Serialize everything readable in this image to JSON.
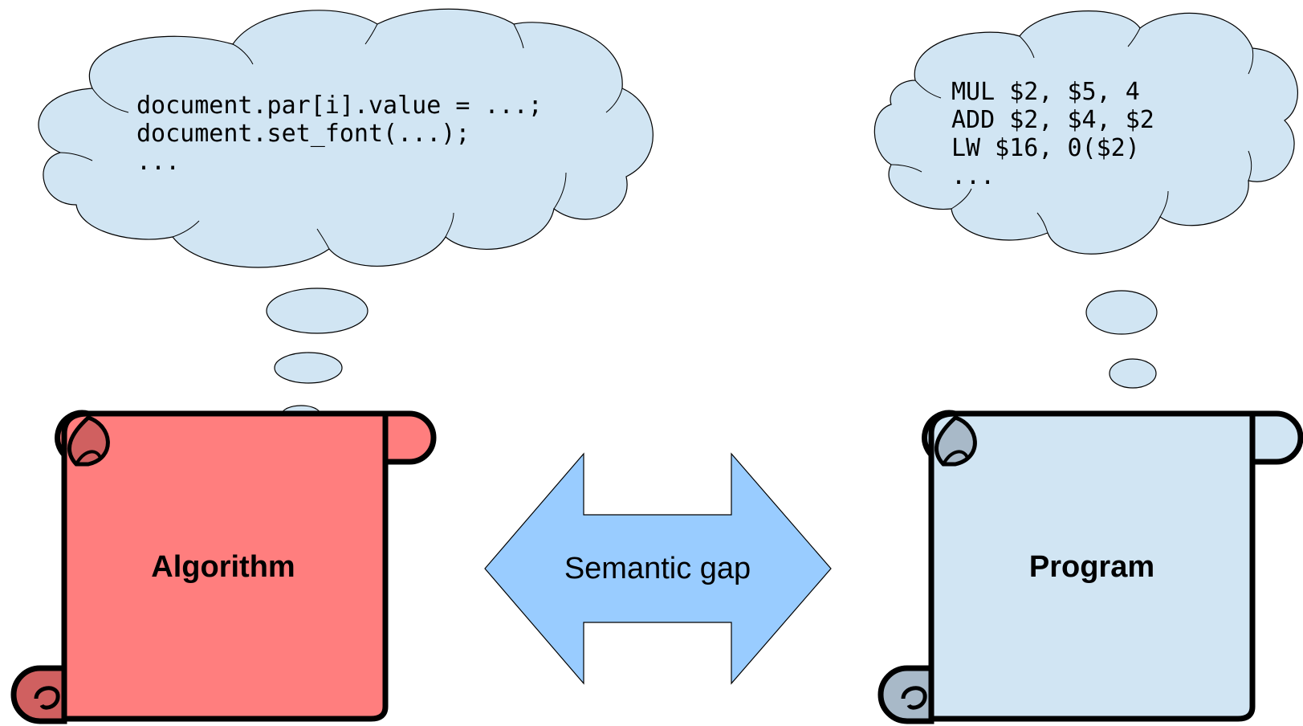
{
  "colors": {
    "cloud_fill": "#d1e5f3",
    "algorithm_scroll_fill": "#ff7e7e",
    "algorithm_curl_fill": "#d06060",
    "program_scroll_fill": "#d1e5f3",
    "program_curl_fill": "#a8b9c8",
    "arrow_fill": "#99ccff",
    "outline": "#000000"
  },
  "algorithm": {
    "label": "Algorithm",
    "thought_lines": [
      "document.par[i].value = ...;",
      "document.set_font(...);",
      "..."
    ]
  },
  "program": {
    "label": "Program",
    "thought_lines": [
      "MUL $2, $5, 4",
      "ADD $2, $4, $2",
      "LW $16, 0($2)",
      "..."
    ]
  },
  "gap": {
    "label": "Semantic gap"
  }
}
